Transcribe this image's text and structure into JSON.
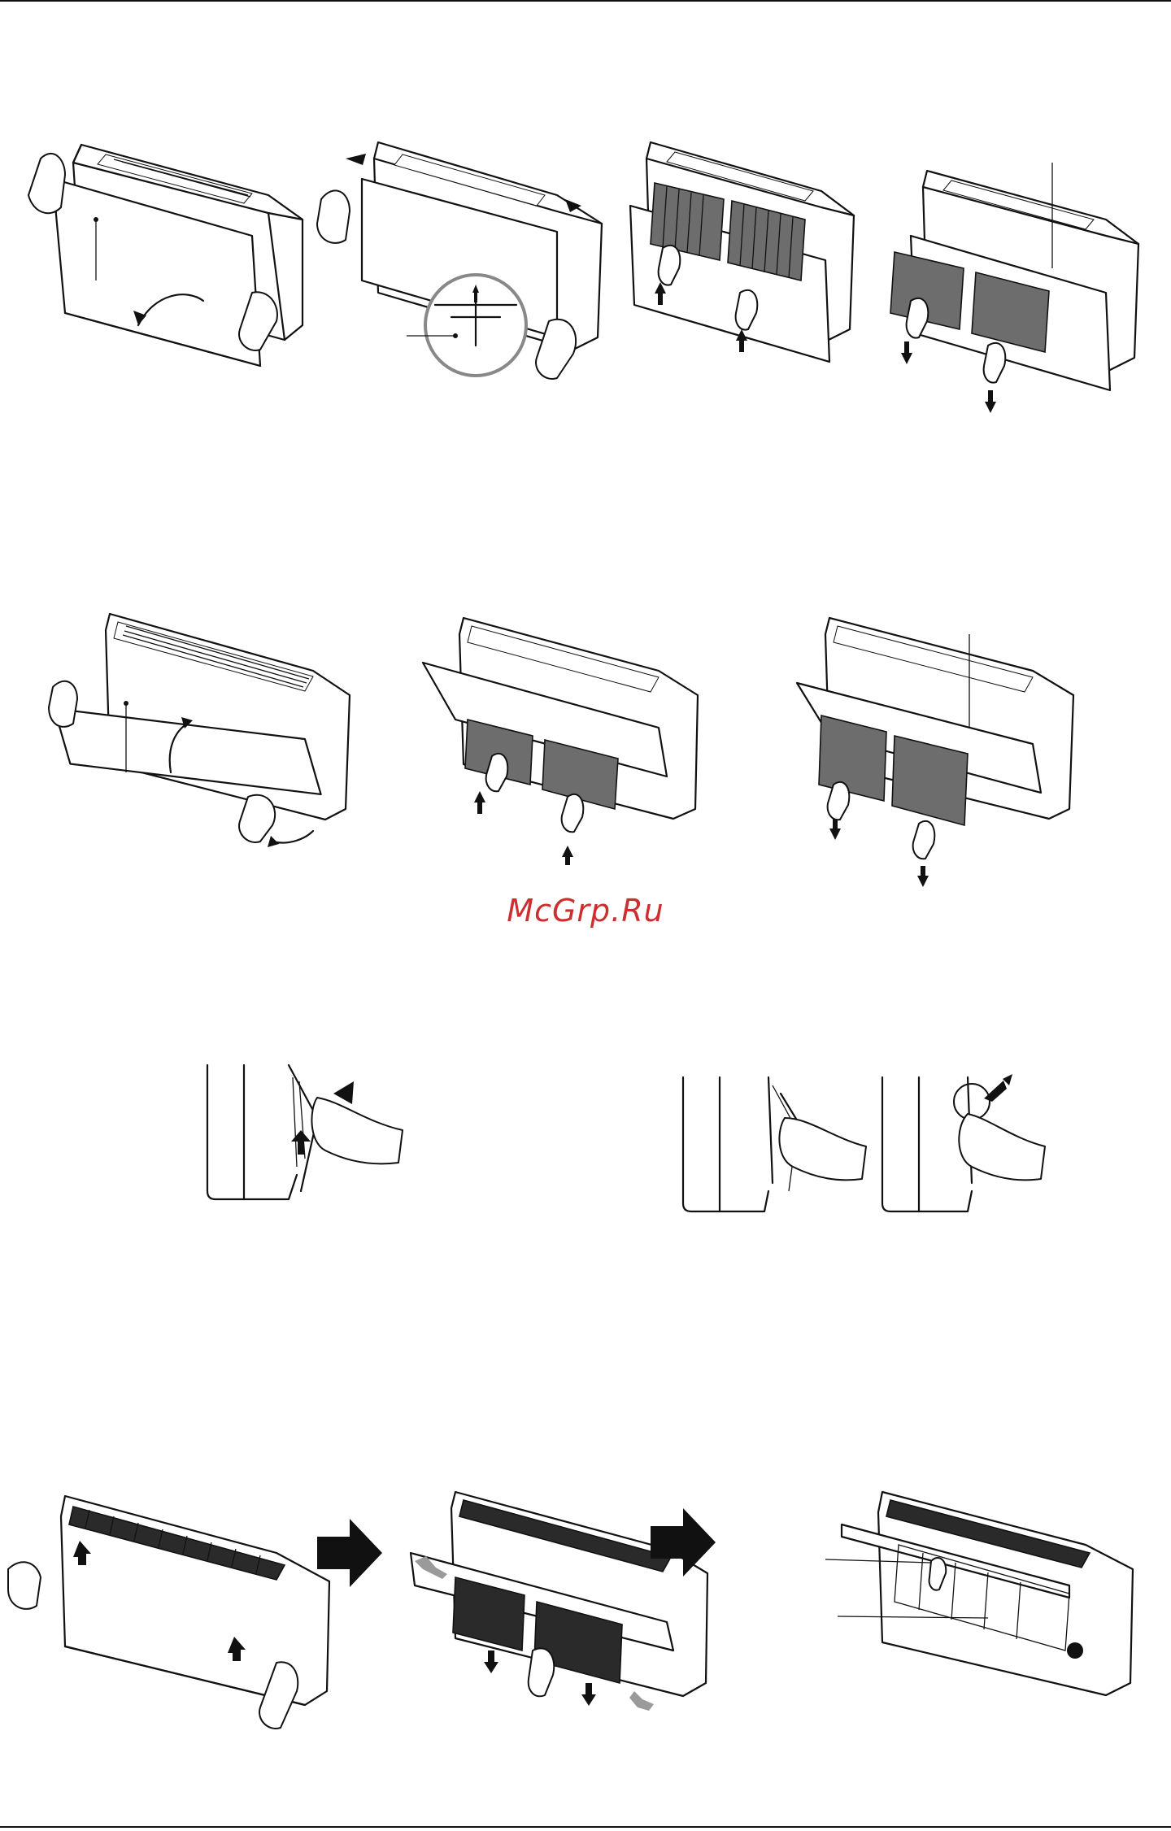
{
  "watermark": {
    "text": "McGrp.Ru",
    "color": "#cc2f2f"
  },
  "colors": {
    "line": "#111111",
    "filter": "#6d6d6d",
    "filter_dark": "#2a2a2a",
    "grey_arrow": "#9a9a9a"
  },
  "figures": [
    {
      "id": "row1-step1",
      "icon": "open-front-panel-illustration"
    },
    {
      "id": "row1-step2",
      "icon": "lift-panel-detail-illustration"
    },
    {
      "id": "row1-step3",
      "icon": "lift-filters-illustration"
    },
    {
      "id": "row1-step4",
      "icon": "pull-out-filters-illustration"
    },
    {
      "id": "row2-step1",
      "icon": "raise-front-panel-illustration"
    },
    {
      "id": "row2-step2",
      "icon": "push-filters-up-illustration"
    },
    {
      "id": "row2-step3",
      "icon": "pull-filters-down-illustration"
    },
    {
      "id": "row3-step1",
      "icon": "side-clip-illustration"
    },
    {
      "id": "row3-step2",
      "icon": "side-clip-release-illustration"
    },
    {
      "id": "row4-step1",
      "icon": "lift-panel-illustration"
    },
    {
      "id": "row4-step2",
      "icon": "remove-dark-filters-illustration"
    },
    {
      "id": "row4-step3",
      "icon": "filter-location-illustration"
    }
  ]
}
